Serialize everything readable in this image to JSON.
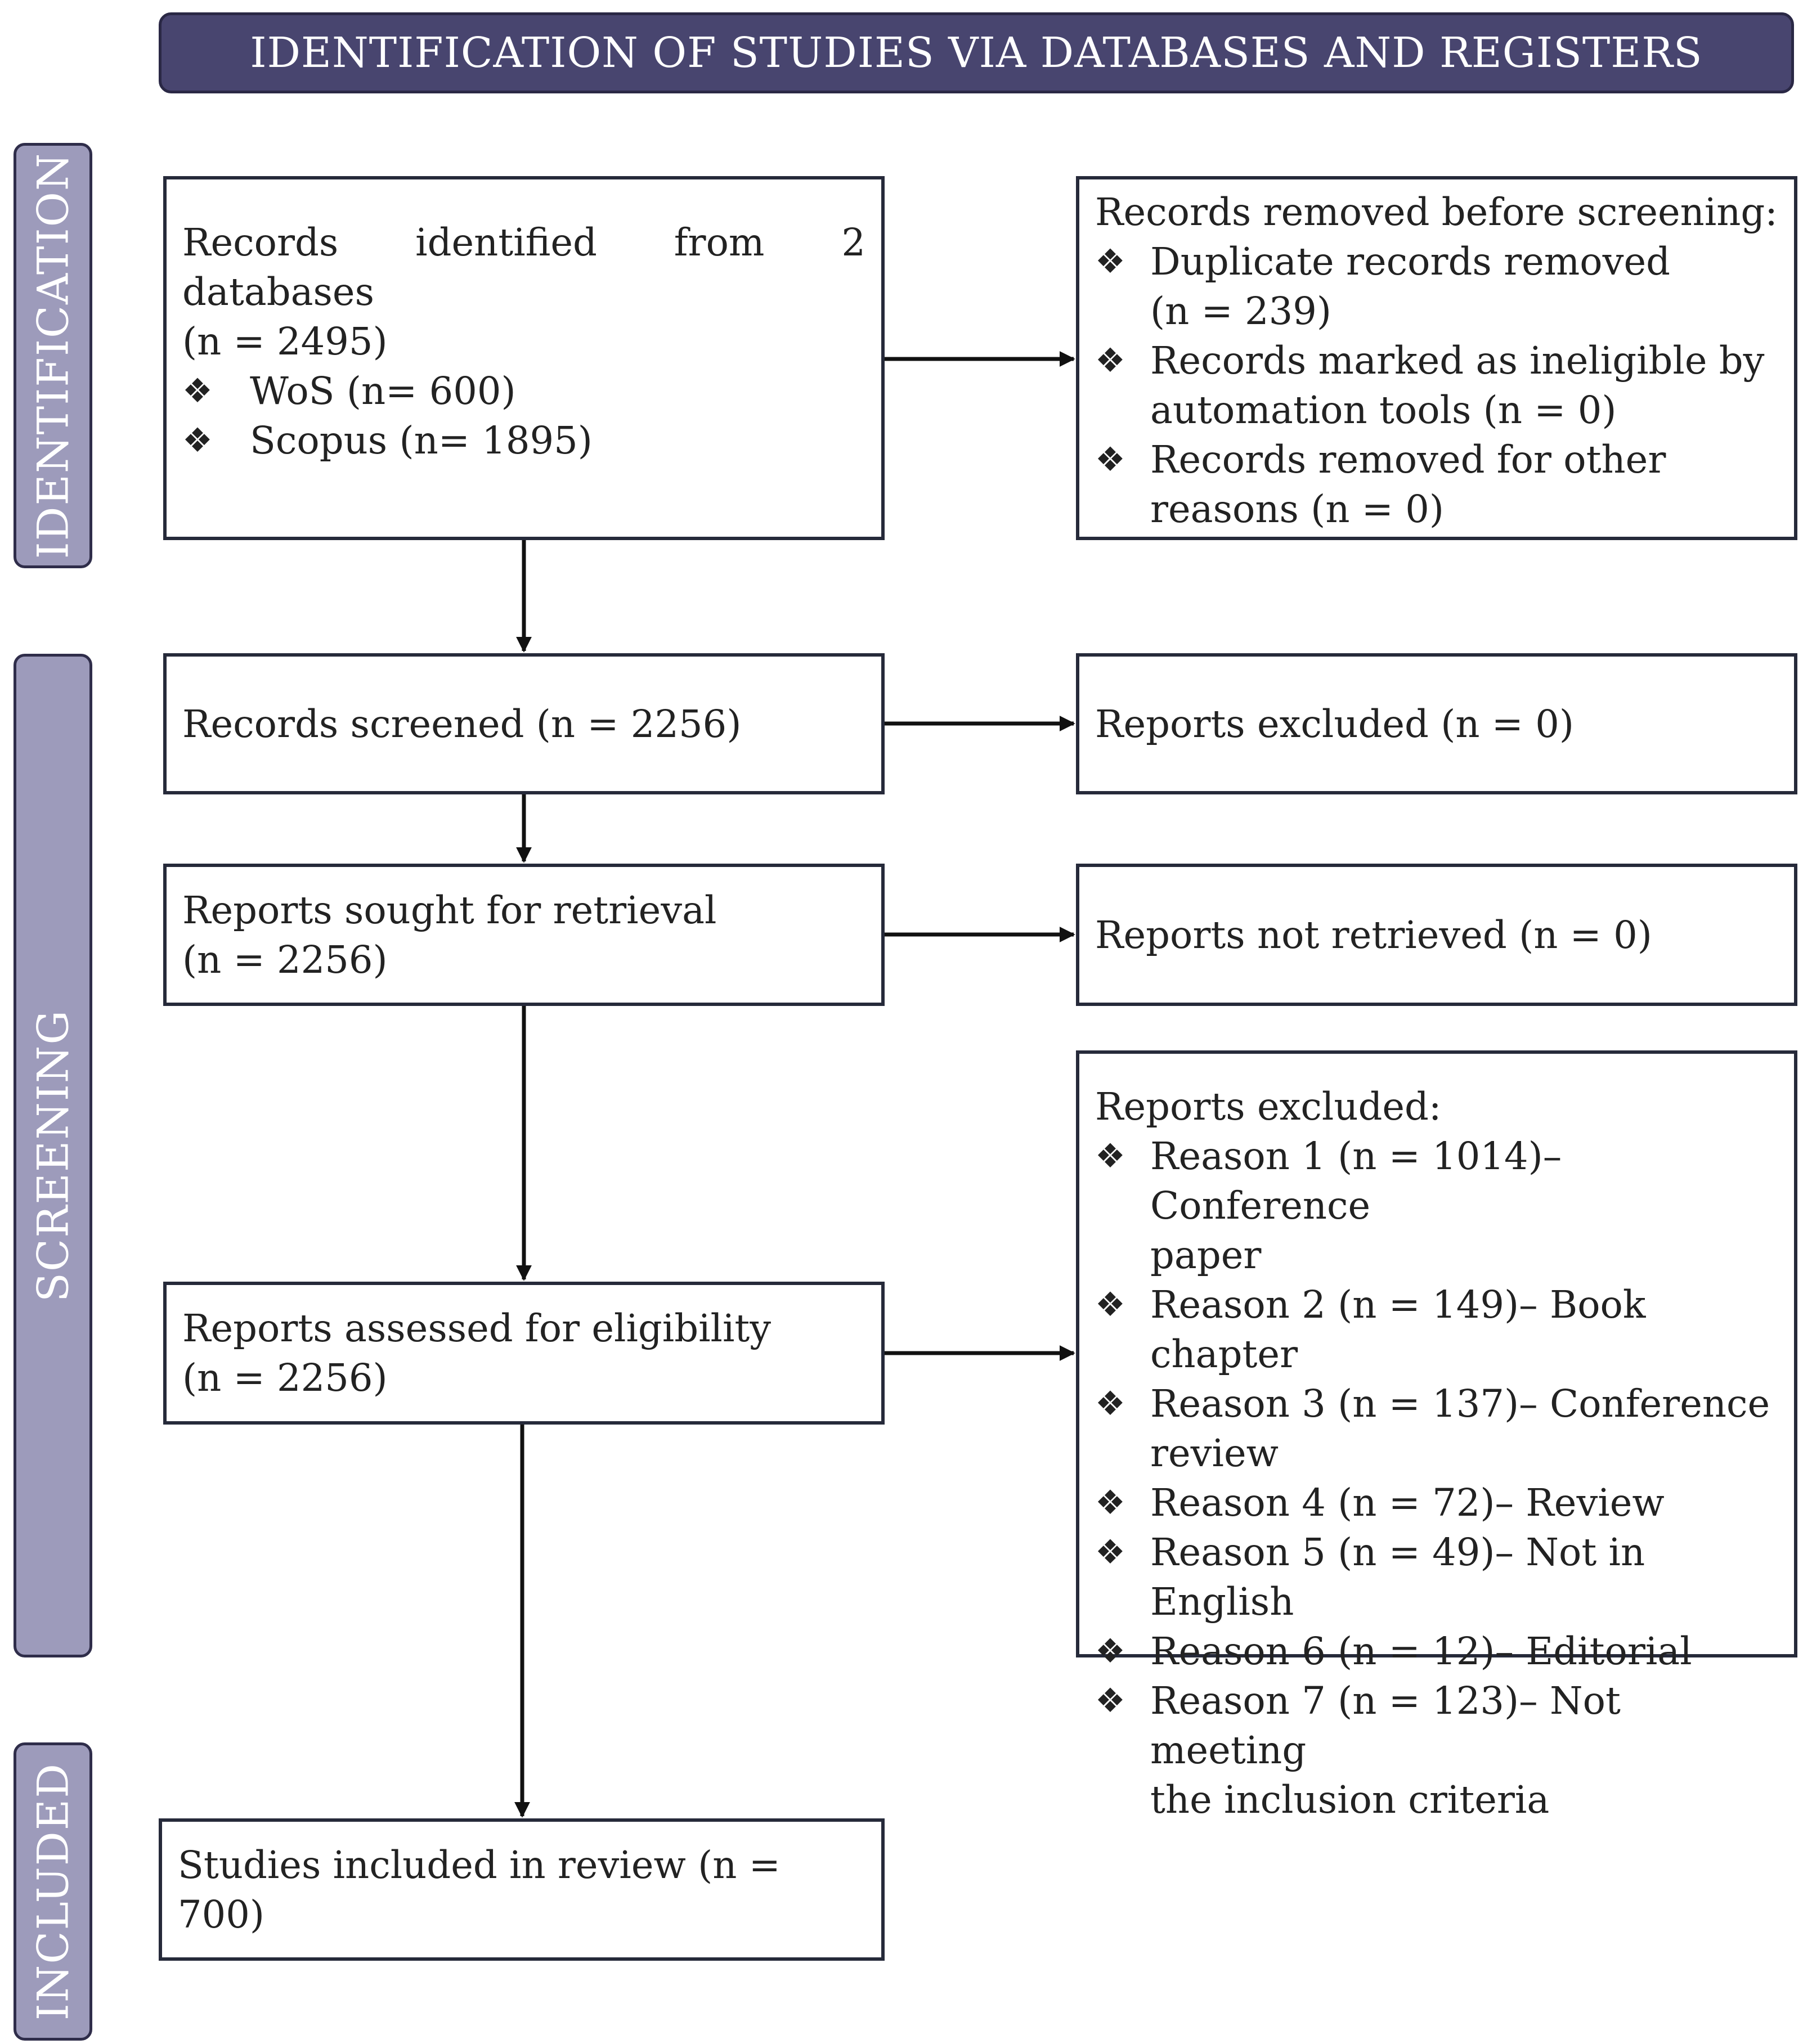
{
  "header": {
    "title": "IDENTIFICATION OF STUDIES VIA DATABASES AND REGISTERS"
  },
  "phases": {
    "identification": "IDENTIFICATION",
    "screening": "SCREENING",
    "included": "INCLUDED"
  },
  "bullet_glyph": "❖",
  "colors": {
    "header_fill": "#48456f",
    "phase_fill": "#9d9bbb",
    "box_border": "#262a3a"
  },
  "boxes": {
    "identified": {
      "title": "Records identified from 2 databases",
      "count": "(n = 2495)",
      "items": [
        "WoS (n= 600)",
        "Scopus (n= 1895)"
      ]
    },
    "removed_before_screening": {
      "title": "Records removed before screening:",
      "items": [
        {
          "text": "Duplicate records removed",
          "cont": "(n = 239)"
        },
        {
          "text": "Records marked as ineligible by",
          "cont": "automation tools (n = 0)"
        },
        {
          "text": "Records removed for other",
          "cont": "reasons (n = 0)"
        }
      ]
    },
    "screened": {
      "text": "Records screened (n = 2256)"
    },
    "reports_excluded_zero": {
      "text": "Reports excluded (n = 0)"
    },
    "sought": {
      "line1": "Reports sought for retrieval",
      "line2": "(n = 2256)"
    },
    "not_retrieved": {
      "text": "Reports not retrieved (n = 0)"
    },
    "assessed": {
      "line1": "Reports assessed for eligibility",
      "line2": "(n = 2256)"
    },
    "excluded_reasons": {
      "title": "Reports excluded:",
      "items": [
        {
          "text": "Reason 1 (n = 1014)– Conference",
          "cont": "paper"
        },
        {
          "text": "Reason 2 (n = 149)– Book chapter",
          "cont": ""
        },
        {
          "text": "Reason 3 (n = 137)– Conference",
          "cont": "review"
        },
        {
          "text": "Reason 4 (n = 72)– Review",
          "cont": ""
        },
        {
          "text": "Reason 5 (n = 49)– Not in English",
          "cont": ""
        },
        {
          "text": "Reason 6 (n = 12)– Editorial",
          "cont": ""
        },
        {
          "text": "Reason 7 (n = 123)– Not meeting",
          "cont": "the inclusion criteria"
        }
      ]
    },
    "included": {
      "text": "Studies included in review (n = 700)"
    }
  }
}
